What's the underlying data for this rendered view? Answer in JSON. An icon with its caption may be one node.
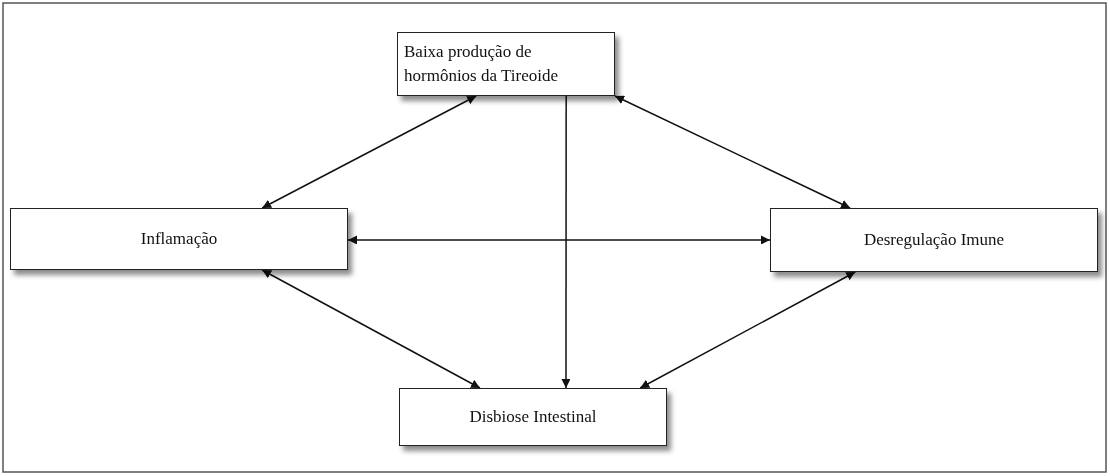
{
  "diagram": {
    "nodes": [
      {
        "text": [
          "Baixa produção de hormônios da Tireoide"
        ]
      },
      {
        "text": [
          "Inflamação"
        ]
      },
      {
        "text": [
          "Desregulação Imune"
        ]
      },
      {
        "text": [
          "Disbiose Intestinal"
        ]
      }
    ],
    "edges": [
      {
        "from": 0,
        "to": 1,
        "arrow": "both"
      },
      {
        "from": 0,
        "to": 2,
        "arrow": "both"
      },
      {
        "from": 0,
        "to": 3,
        "arrow": "to"
      },
      {
        "from": 1,
        "to": 2,
        "arrow": "both"
      },
      {
        "from": 1,
        "to": 3,
        "arrow": "both"
      },
      {
        "from": 2,
        "to": 3,
        "arrow": "both"
      }
    ]
  }
}
